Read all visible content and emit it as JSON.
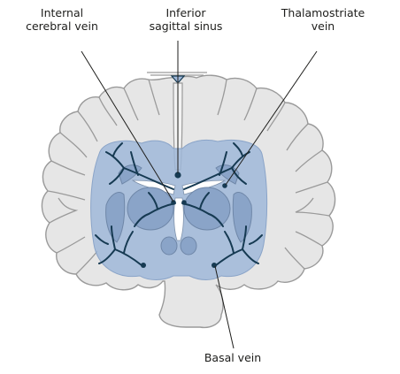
{
  "labels": {
    "internal_cerebral_vein": {
      "line1": "Internal",
      "line2": "cerebral vein"
    },
    "inferior_sagittal_sinus": {
      "line1": "Inferior",
      "line2": "sagittal sinus"
    },
    "thalamostriate_vein": {
      "line1": "Thalamostriate",
      "line2": "vein"
    },
    "basal_vein": {
      "line1": "Basal vein"
    }
  },
  "colors": {
    "brain_fill": "#e6e6e6",
    "brain_outline": "#9a9a9a",
    "deep_region": "#9fb7d8",
    "deep_nuclei": "#8aa4c8",
    "vein": "#163a52",
    "leader_line": "#1d1d1b",
    "text": "#1d1d1b"
  }
}
